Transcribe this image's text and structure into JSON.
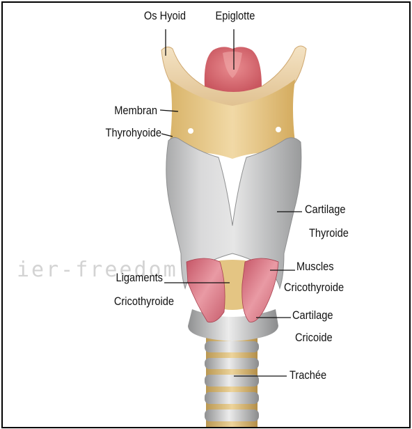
{
  "labels": {
    "os_hyoid": "Os Hyoid",
    "epiglotte": "Epiglotte",
    "membran": "Membran",
    "thyrohyoide": "Thyrohyoide",
    "cartilage_thyroide_1": "Cartilage",
    "cartilage_thyroide_2": "Thyroide",
    "muscles_1": "Muscles",
    "muscles_2": "Cricothyroide",
    "ligaments_1": "Ligaments",
    "ligaments_2": "Cricothyroide",
    "cartilage_cricoide_1": "Cartilage",
    "cartilage_cricoide_2": "Cricoide",
    "trachee": "Trachée"
  },
  "watermark": "ier-freedom",
  "colors": {
    "hyoid": "#e8cfa0",
    "membrane": "#e9c98a",
    "epiglottis": "#d76b72",
    "thyroid_cartilage": "#c9cacb",
    "muscle": "#d6717e",
    "trachea_ring": "#c9c9c9",
    "trachea_gap": "#d8b878"
  }
}
